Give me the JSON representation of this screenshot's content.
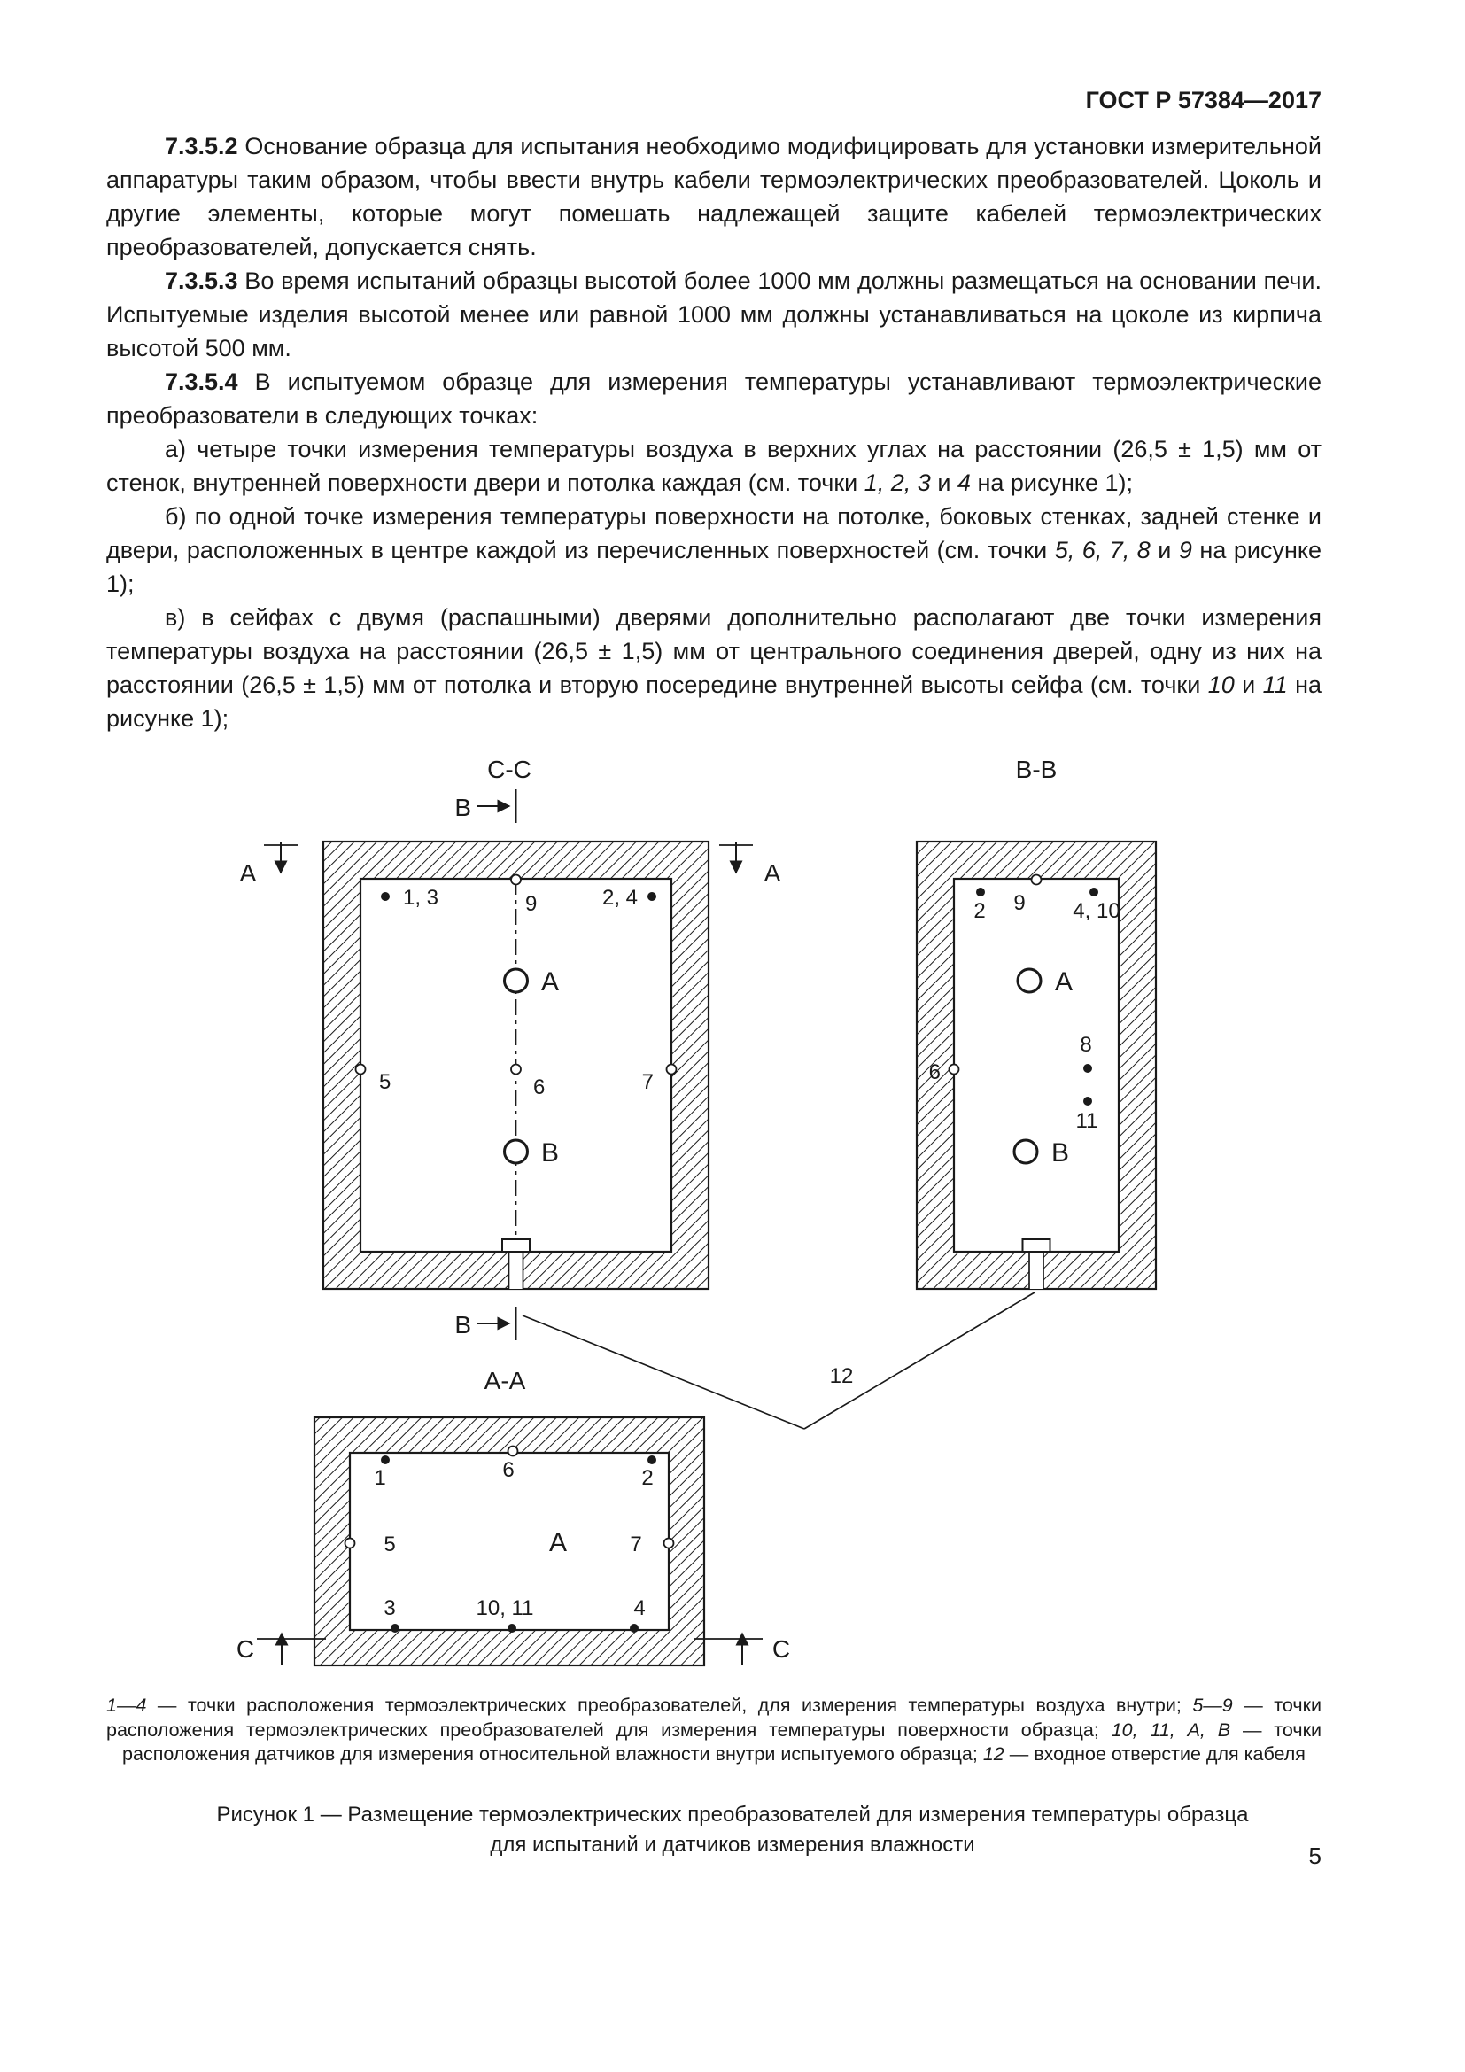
{
  "page_number": "5",
  "colors": {
    "ink": "#1a1a1a",
    "paper": "#ffffff"
  },
  "header": {
    "title": "ГОСТ Р 57384—2017"
  },
  "body": {
    "p1": {
      "num": "7.3.5.2",
      "text": " Основание образца для испытания необходимо модифицировать для установки измерительной аппаратуры таким образом, чтобы ввести внутрь кабели термоэлектрических преобразователей. Цоколь и другие элементы, которые могут помешать надлежащей защите кабелей термоэлектрических преобразователей, допускается снять."
    },
    "p2": {
      "num": "7.3.5.3",
      "text": " Во время испытаний образцы высотой более 1000 мм должны размещаться на основании печи. Испытуемые изделия высотой менее или равной 1000 мм должны устанавливаться на цоколе из кирпича высотой 500 мм."
    },
    "p3": {
      "num": "7.3.5.4",
      "text": " В испытуемом образце для измерения температуры устанавливают термоэлектрические преобразователи в следующих точках:"
    },
    "p4": {
      "pre": "а) четыре точки измерения температуры воздуха в верхних углах на расстоянии (26,5 ± 1,5) мм от стенок, внутренней поверхности двери и потолка каждая (см. точки ",
      "italic": "1, 2, 3",
      "mid": " и ",
      "italic2": "4",
      "post": " на рисунке 1);"
    },
    "p5": {
      "pre": "б) по одной точке измерения температуры поверхности на потолке, боковых стенках, задней стенке и двери, расположенных в центре каждой из перечисленных поверхностей (см. точки ",
      "italic": "5, 6, 7, 8",
      "mid": " и ",
      "italic2": "9",
      "post": " на рисунке 1);"
    },
    "p6": {
      "pre": "в) в сейфах с двумя (распашными) дверями дополнительно располагают две точки измерения температуры воздуха на расстоянии (26,5 ± 1,5) мм от центрального соединения дверей, одну из них на расстоянии (26,5 ± 1,5) мм от потолка и вторую посередине внутренней высоты сейфа (см. точки ",
      "italic": "10",
      "mid": " и ",
      "italic2": "11",
      "post": " на рисунке 1);"
    }
  },
  "figure": {
    "view_cc": {
      "title": "С-С",
      "mark_b": "В",
      "mark_a": "A",
      "points": {
        "p13": "1, 3",
        "p9": "9",
        "p24": "2, 4",
        "p5": "5",
        "p6": "6",
        "p7": "7"
      },
      "sensor_a": "А",
      "sensor_b": "В"
    },
    "view_bb": {
      "title": "В-В",
      "points": {
        "p2": "2",
        "p9": "9",
        "p410": "4, 10",
        "p8": "8",
        "p6": "6",
        "p11": "11"
      },
      "sensor_a": "А",
      "sensor_b": "В"
    },
    "view_aa": {
      "title": "А-А",
      "mark_c": "С",
      "points": {
        "p1": "1",
        "p6": "6",
        "p2": "2",
        "p5": "5",
        "p7": "7",
        "p3": "3",
        "p1011": "10, 11",
        "p4": "4"
      },
      "sensor_a": "А"
    },
    "cable_label": "12"
  },
  "caption": {
    "i1": "1—4",
    "t1": " — точки расположения термоэлектрических преобразователей, для измерения температуры воздуха внутри; ",
    "i2": "5—9",
    "t2": " — точки расположения термоэлектрических преобразователей для измерения температуры поверхности образца; ",
    "i3": "10, 11, А, В",
    "t3": " — точки расположения датчиков для измерения относительной влажности внутри испытуемого образца; ",
    "i4": "12",
    "t4": " — входное отверстие для кабеля"
  },
  "figure_title": "Рисунок 1 — Размещение термоэлектрических преобразователей для измерения температуры образца для испытаний и датчиков измерения влажности"
}
